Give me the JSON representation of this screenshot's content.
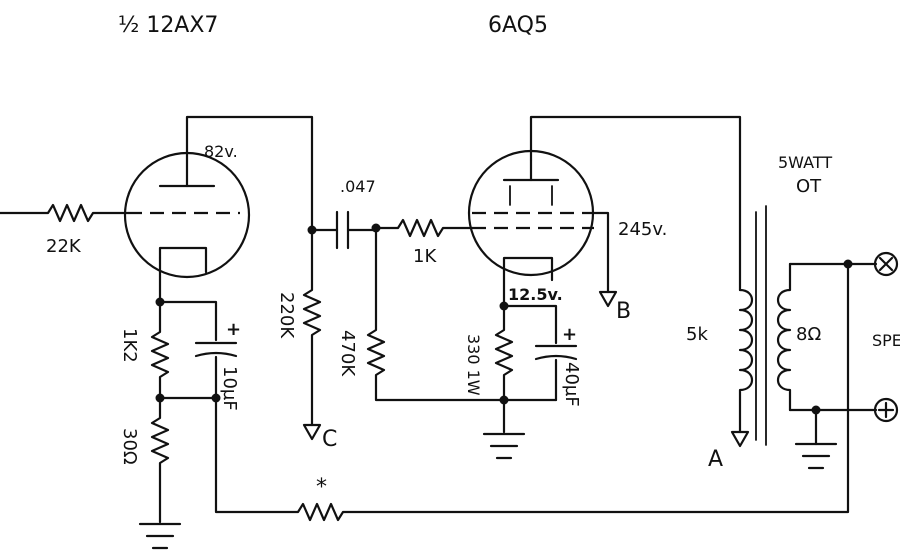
{
  "tubes": {
    "preamp": "½ 12AX7",
    "power": "6AQ5"
  },
  "transformer": {
    "title_line1": "5WATT",
    "title_line2": "OT",
    "primary": "5k",
    "secondary": "8Ω"
  },
  "voltages": {
    "preamp_plate": "82v.",
    "power_screen": "245v.",
    "power_cathode": "12.5v."
  },
  "components": {
    "grid_resistor": "22K",
    "cathode_resistor": "1K2",
    "feedback_resistor": "30Ω",
    "cathode_cap": "10µF",
    "plate_load": "220K",
    "coupling_cap": ".047",
    "grid_stopper": "1K",
    "grid_leak": "470K",
    "power_cathode_resistor": "330 1W",
    "power_cathode_cap": "40µF",
    "nfb_marker": "*"
  },
  "nodes": {
    "a": "A",
    "b": "B",
    "c": "C"
  },
  "output": {
    "speaker": "SPE"
  }
}
